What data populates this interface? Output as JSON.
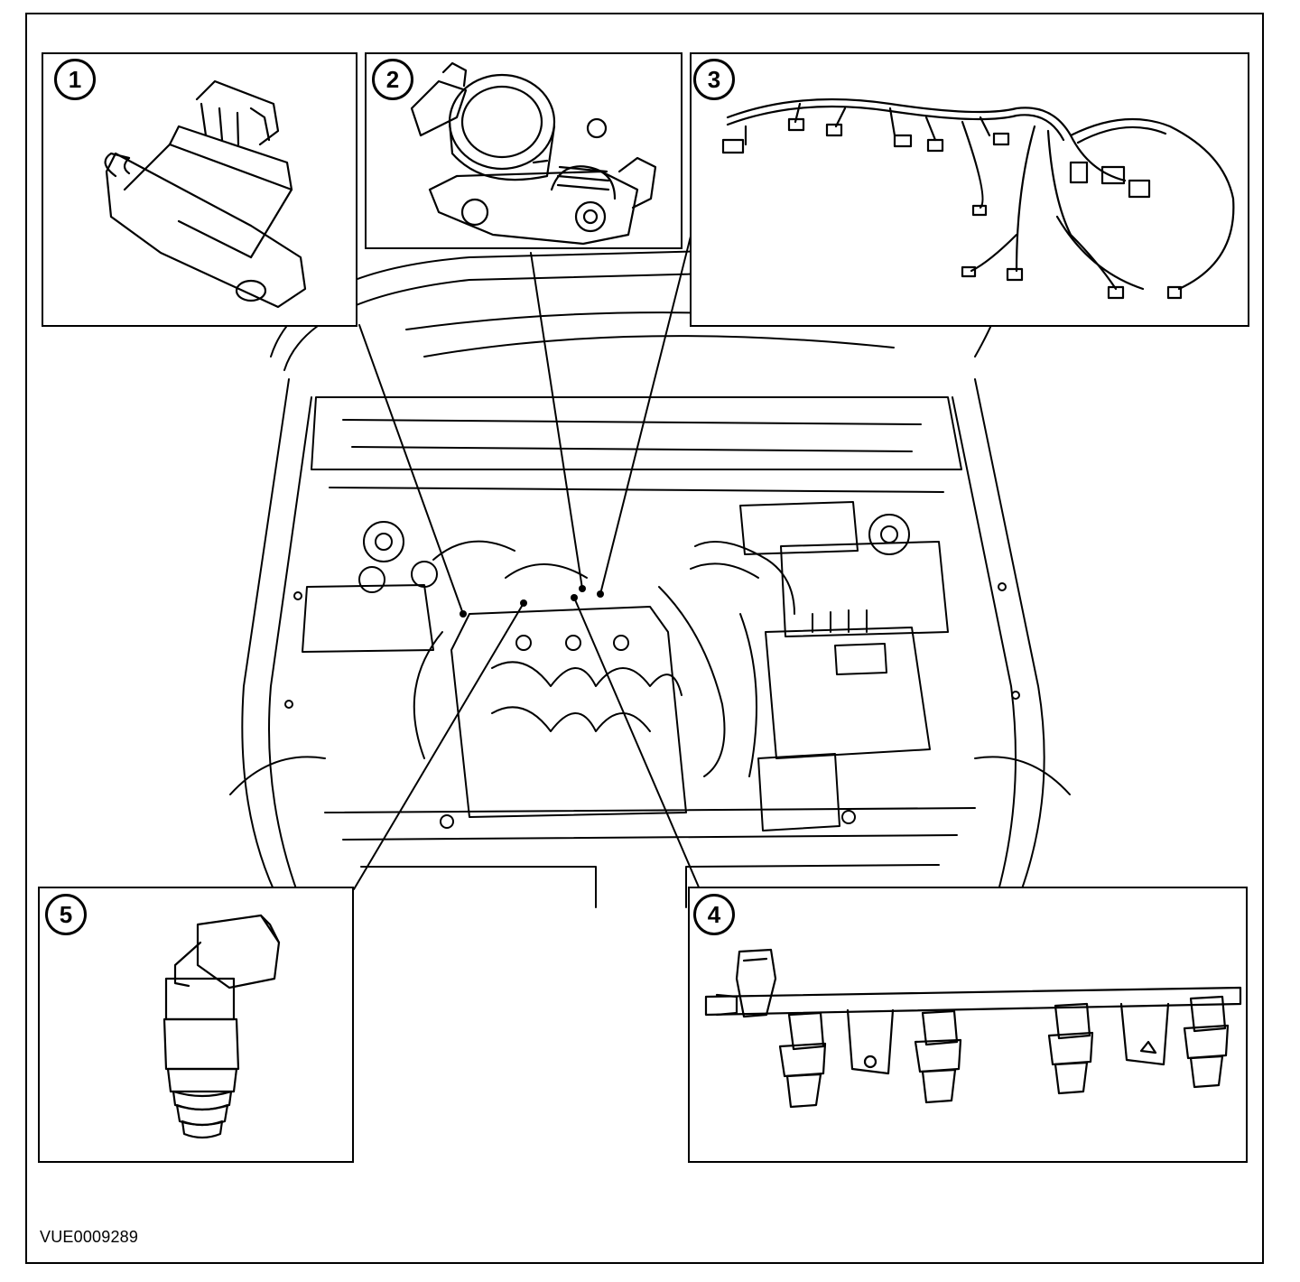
{
  "figure_id": "VUE0009289",
  "callouts": {
    "c1": "1",
    "c2": "2",
    "c3": "3",
    "c4": "4",
    "c5": "5"
  },
  "colors": {
    "ink": "#000000",
    "paper": "#ffffff"
  }
}
